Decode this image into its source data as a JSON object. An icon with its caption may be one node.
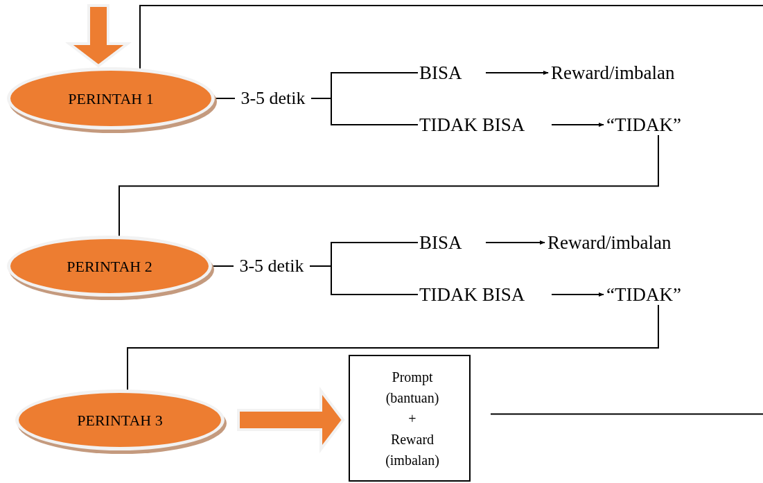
{
  "diagram": {
    "nodes": [
      {
        "text": [
          "PERINTAH 1"
        ]
      },
      {
        "text": [
          "BISA"
        ]
      },
      {
        "text": [
          "Reward/imbalan"
        ]
      },
      {
        "text": [
          "TIDAK BISA"
        ]
      },
      {
        "text": [
          "“TIDAK”"
        ]
      },
      {
        "text": [
          "PERINTAH 2"
        ]
      },
      {
        "text": [
          "BISA"
        ]
      },
      {
        "text": [
          "Reward/imbalan"
        ]
      },
      {
        "text": [
          "TIDAK BISA"
        ]
      },
      {
        "text": [
          "“TIDAK”"
        ]
      },
      {
        "text": [
          "PERINTAH 3"
        ]
      },
      {
        "text": [
          "Prompt (bantuan) + Reward (imbalan)"
        ]
      }
    ],
    "edges": [
      {
        "from": null,
        "to": 0,
        "arrow": "to",
        "style": "thick",
        "color": "#ed7d31"
      },
      {
        "from": null,
        "to": 0,
        "arrow": "none"
      },
      {
        "from": 0,
        "to": 1,
        "arrow": "none",
        "label": "3-5 detik"
      },
      {
        "from": 0,
        "to": 3,
        "arrow": "none"
      },
      {
        "from": 1,
        "to": 2,
        "arrow": "to"
      },
      {
        "from": 3,
        "to": 4,
        "arrow": "to"
      },
      {
        "from": 4,
        "to": 5,
        "arrow": "none"
      },
      {
        "from": 5,
        "to": 6,
        "arrow": "none",
        "label": "3-5 detik"
      },
      {
        "from": 5,
        "to": 8,
        "arrow": "none"
      },
      {
        "from": 6,
        "to": 7,
        "arrow": "to"
      },
      {
        "from": 8,
        "to": 9,
        "arrow": "to"
      },
      {
        "from": 9,
        "to": 10,
        "arrow": "none"
      },
      {
        "from": 10,
        "to": 11,
        "arrow": "to",
        "style": "thick",
        "color": "#ed7d31"
      },
      {
        "from": 11,
        "to": null,
        "arrow": "none"
      }
    ]
  }
}
